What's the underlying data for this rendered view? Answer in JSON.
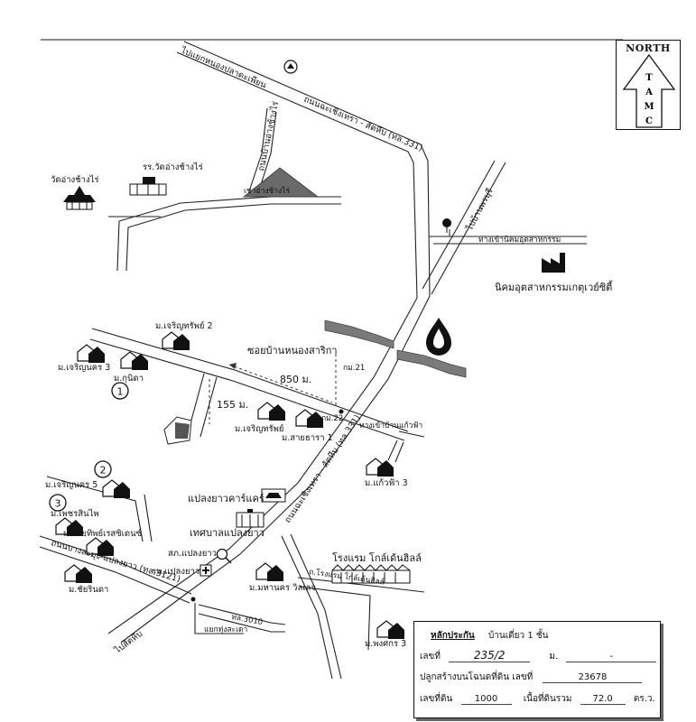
{
  "north": {
    "title": "NORTH",
    "letters": [
      "T",
      "A",
      "M",
      "C"
    ]
  },
  "roads": {
    "to_nong_pla_lai": "ไปแยกหนองปลาดะเพียน",
    "highway_331_north": "ถนนฉะเชิงเทรา - สัตหีบ (ทล.331)",
    "highway_331_south": "ถนนฉะเชิงเทรา - สัตหีบ (ทล.331)",
    "to_ban_khai": "ไปบ้านพรบุรี",
    "to_industrial_estate": "ทางเข้านิคมอุตสาหกรรม",
    "ban_wat_road": "ถนนบ้านอ่างช้างไร่",
    "soi_nong_sarika": "ซอยบ้านหนองสาริกา",
    "kwai_ngan_road": "ทางเข้าบ้านแก้วฟ้า",
    "road_3121": "ถนนบางละมุง-แปลงยาว (ทล.3121)",
    "to_sattahip": "ไปสัตหีบ",
    "hotel_road": "ถ.โรงแรม โกล์เด้นฮิลล์",
    "road_3010": "ทล.3010",
    "road_km21": "กม.21",
    "road_km22": "กม.22",
    "junction": "แยกทุ่งสะเดา"
  },
  "distances": {
    "d850": "850 ม.",
    "d155": "155 ม."
  },
  "places": {
    "wat_ang_chang_rai": "วัดอ่างช้างไร่",
    "school_ang_chang_rai": "รร.วัดอ่างช้างไร่",
    "mountain": "เขาอ่างช้างไร่",
    "industrial_estate": "นิคมอุตสาหกรรมเกตุเวย์ซิตี้",
    "charoen_sap_2": "ม.เจริญทรัพย์ 2",
    "charoen_nakhon_3": "ม.เจริญนคร 3",
    "kunita": "ม.กุนิดา",
    "charoen_sap": "ม.เจริญทรัพย์",
    "saithara_1": "ม.สายธารา 1",
    "kaew_fa_3": "ม.แก้วฟ้า 3",
    "charoen_nakhon_5": "ม.เจริญนคร 5",
    "phet_sin_phai": "ม.เพชรสินไพ",
    "saithip_residence": "ม.สายทิพย์เรสซิเดนซ์",
    "chai_rin_da": "ม.ชัยรินดา",
    "plaeng_yao_car_care": "แปลงยาวคาร์แคร์",
    "tessaban_plaeng_yao": "เทศบาลแปลงยาว",
    "police_plaeng_yao": "สภ.แปลงยาว",
    "hospital_plaeng_yao": "รพ.แปลงยาว",
    "mahanakhon_village": "ม.มหานคร วิลเลจ",
    "golden_hill_hotel": "โรงแรม โกล์เด้นฮิลล์",
    "phongsakorn_3": "ม.พงศกร 3"
  },
  "markers": [
    "1",
    "2",
    "3"
  ],
  "info": {
    "title": "หลักประกัน",
    "type": "บ้านเดี่ยว 1  ชั้น",
    "no_label": "เลขที่",
    "no_value": "235/2",
    "moo_label": "ม.",
    "moo_value": "-",
    "deed_label": "ปลูกสร้างบนโฉนดที่ดิน  เลขที่",
    "deed_value": "23678",
    "land_no_label": "เลขที่ดิน",
    "land_no_value": "1000",
    "area_label": "เนื้อที่ดินรวม",
    "area_value": "72.0",
    "area_unit": "ตร.ว."
  },
  "colors": {
    "ink": "#111111",
    "water": "#7a7a7a",
    "mountain": "#6a6a6a",
    "plot": "#555555"
  }
}
